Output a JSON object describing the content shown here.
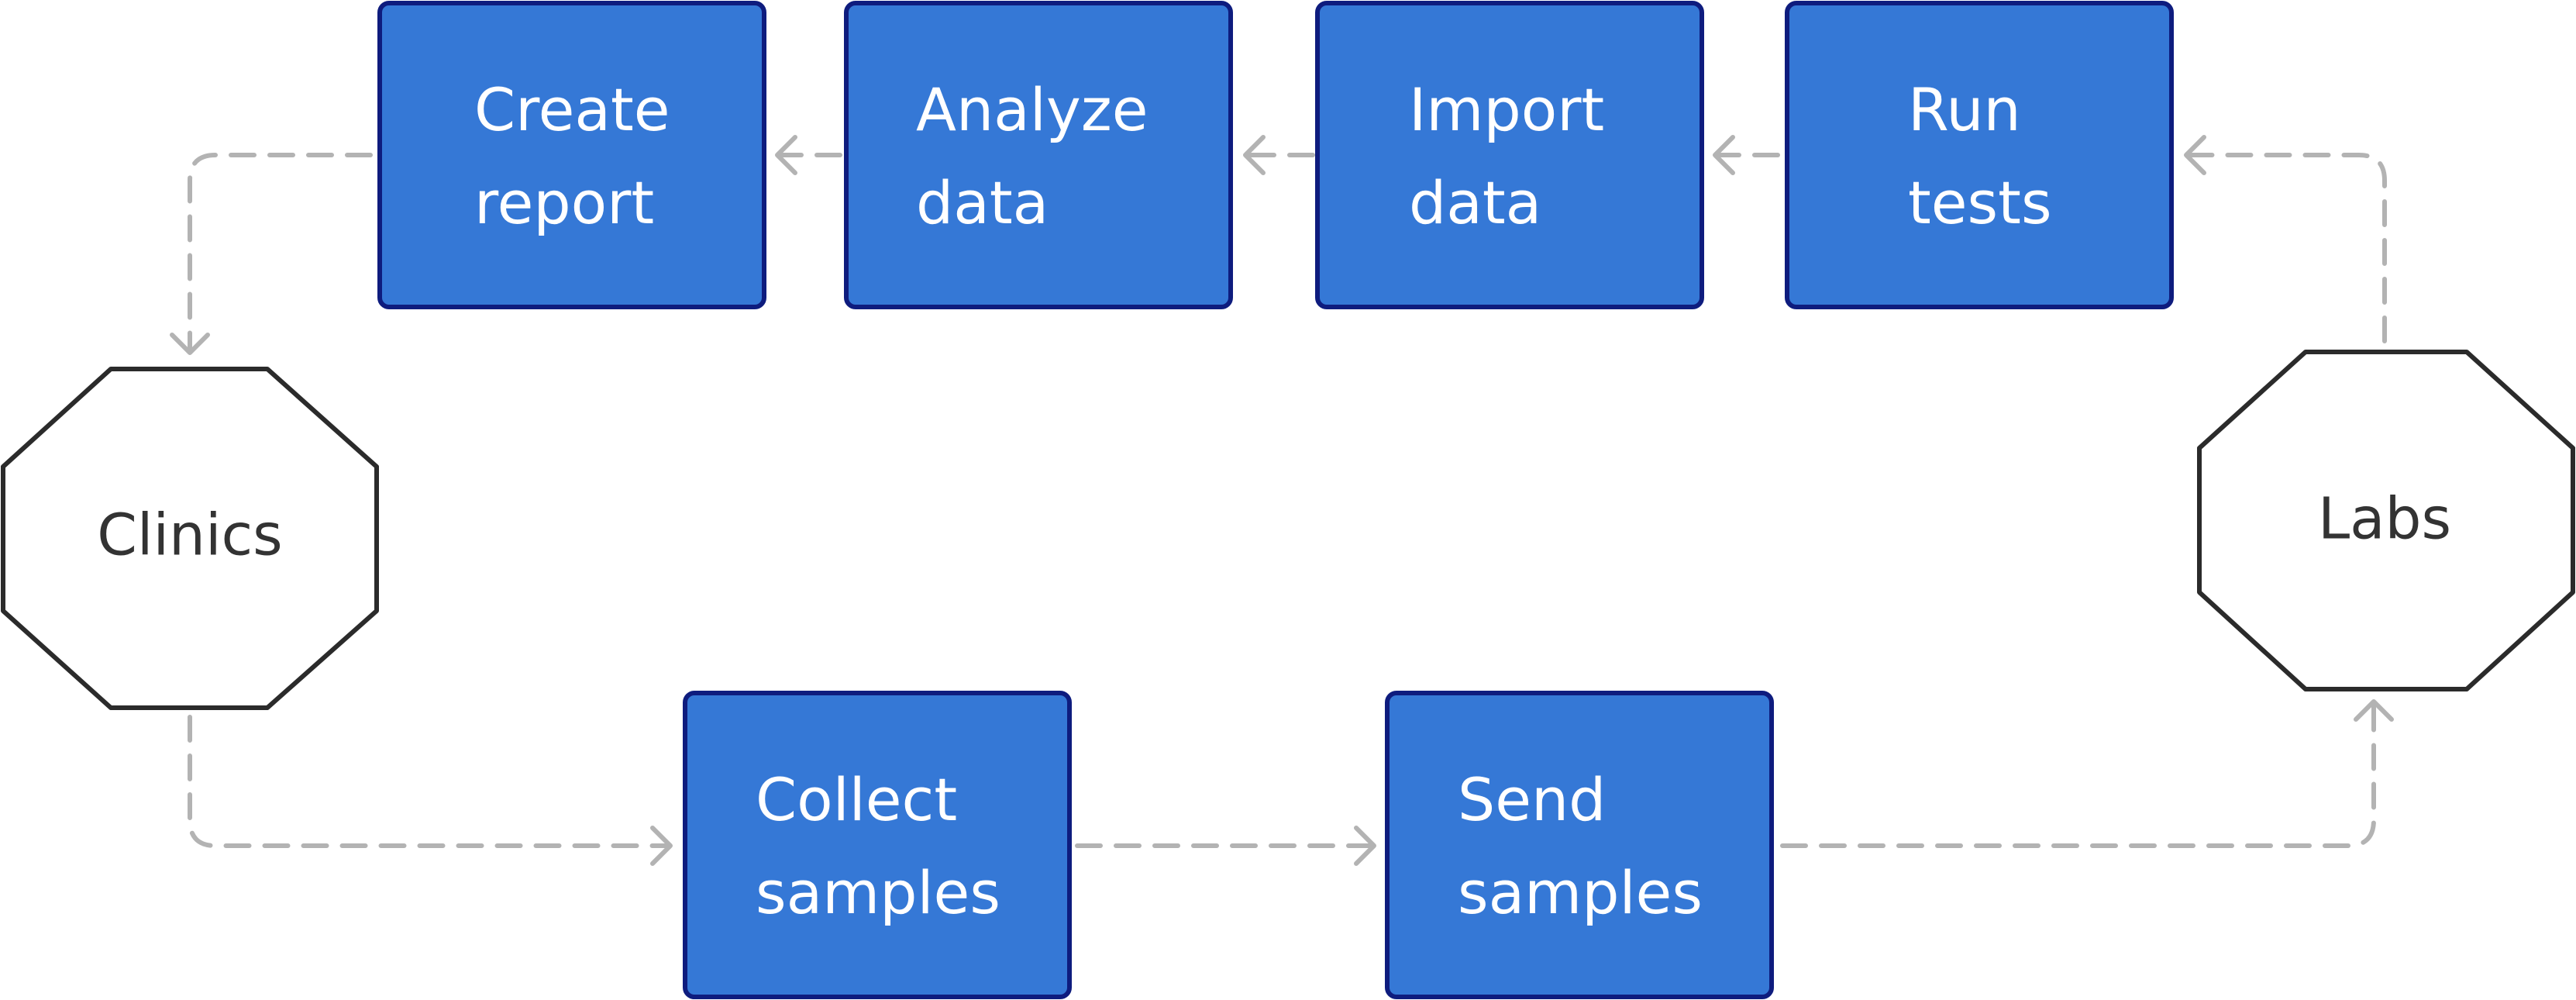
{
  "diagram": {
    "colors": {
      "box_fill": "#3578d6",
      "box_border": "#0e1c7e",
      "box_text": "#ffffff",
      "octagon_border": "#2b2b2b",
      "octagon_text": "#333333",
      "connector": "#b3b3b3"
    },
    "nodes": {
      "clinics": {
        "label": "Clinics"
      },
      "labs": {
        "label": "Labs"
      },
      "collect_samples": {
        "lines": [
          "Collect",
          "samples"
        ]
      },
      "send_samples": {
        "lines": [
          "Send",
          "samples"
        ]
      },
      "run_tests": {
        "lines": [
          "Run",
          "tests"
        ]
      },
      "import_data": {
        "lines": [
          "Import",
          "data"
        ]
      },
      "analyze_data": {
        "lines": [
          "Analyze",
          "data"
        ]
      },
      "create_report": {
        "lines": [
          "Create",
          "report"
        ]
      }
    },
    "edges": [
      {
        "from": "clinics",
        "to": "collect_samples",
        "style": "dashed"
      },
      {
        "from": "collect_samples",
        "to": "send_samples",
        "style": "dashed"
      },
      {
        "from": "send_samples",
        "to": "labs",
        "style": "dashed"
      },
      {
        "from": "labs",
        "to": "run_tests",
        "style": "dashed"
      },
      {
        "from": "run_tests",
        "to": "import_data",
        "style": "dashed"
      },
      {
        "from": "import_data",
        "to": "analyze_data",
        "style": "dashed"
      },
      {
        "from": "analyze_data",
        "to": "create_report",
        "style": "dashed"
      },
      {
        "from": "create_report",
        "to": "clinics",
        "style": "dashed"
      }
    ]
  }
}
